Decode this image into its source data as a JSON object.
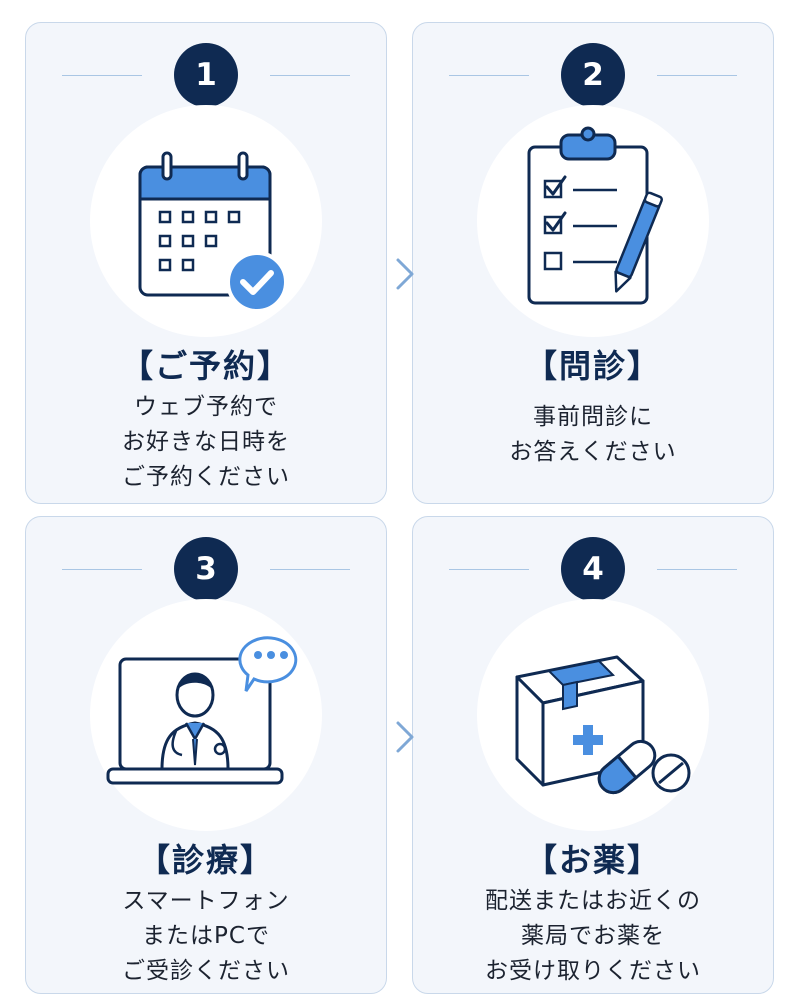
{
  "steps": [
    {
      "number": "1",
      "title": "【ご予約】",
      "lines": [
        "ウェブ予約で",
        "お好きな日時を",
        "ご予約ください"
      ],
      "icon": "calendar-check-icon"
    },
    {
      "number": "2",
      "title": "【問診】",
      "lines": [
        "事前問診に",
        "お答えください"
      ],
      "icon": "clipboard-pen-icon"
    },
    {
      "number": "3",
      "title": "【診療】",
      "lines": [
        "スマートフォン",
        "またはPCで",
        "ご受診ください"
      ],
      "icon": "doctor-laptop-icon"
    },
    {
      "number": "4",
      "title": "【お薬】",
      "lines": [
        "配送またはお近くの",
        "薬局でお薬を",
        "お受け取りください"
      ],
      "icon": "medicine-box-icon"
    }
  ],
  "colors": {
    "navy": "#0f2a52",
    "accent": "#4a8fe0",
    "card_bg": "#f3f6fb",
    "card_border": "#c9d8ea"
  },
  "arrows": [
    "chevron-right-icon",
    "chevron-right-icon"
  ]
}
